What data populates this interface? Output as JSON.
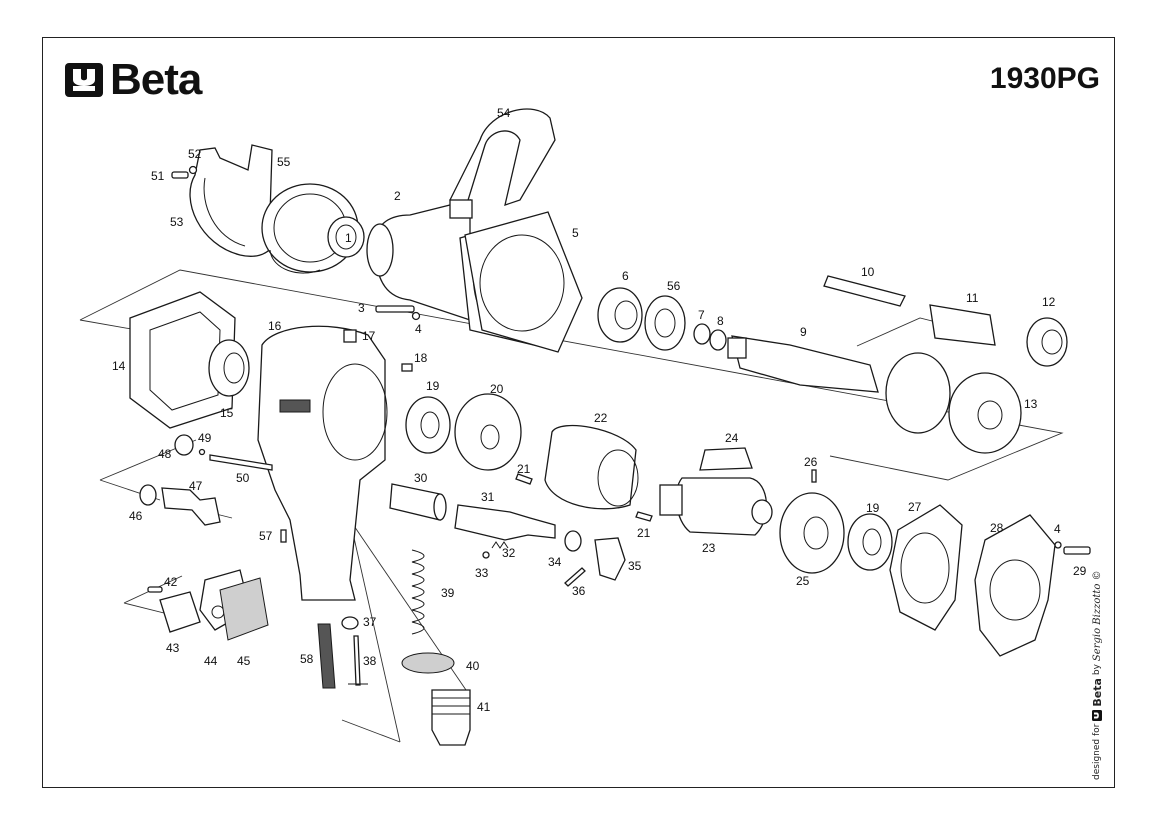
{
  "header": {
    "brand": "Beta",
    "model": "1930PG"
  },
  "credit": {
    "prefix": "designed for",
    "brand": "Beta",
    "by": "by",
    "signature": "Sergio Bizzotto ©"
  },
  "diagram": {
    "part_numbers": [
      "1",
      "2",
      "3",
      "4",
      "5",
      "6",
      "7",
      "8",
      "9",
      "10",
      "11",
      "12",
      "13",
      "14",
      "15",
      "16",
      "17",
      "18",
      "19",
      "20",
      "21",
      "22",
      "23",
      "24",
      "25",
      "26",
      "27",
      "28",
      "29",
      "30",
      "31",
      "32",
      "33",
      "34",
      "35",
      "36",
      "37",
      "38",
      "39",
      "40",
      "41",
      "42",
      "43",
      "44",
      "45",
      "46",
      "47",
      "48",
      "49",
      "50",
      "51",
      "52",
      "53",
      "54",
      "55",
      "56",
      "57",
      "58"
    ]
  }
}
